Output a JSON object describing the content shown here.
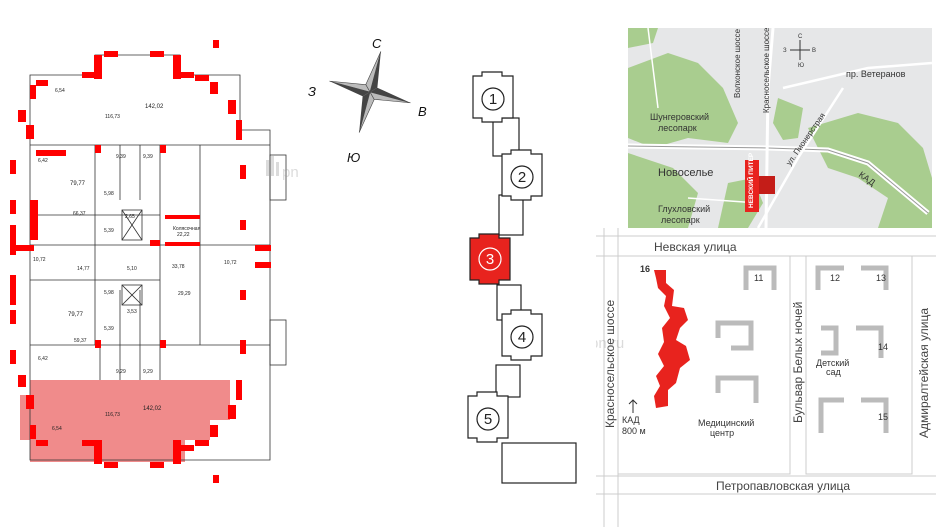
{
  "floorplan": {
    "areas": {
      "top_big": "142,02",
      "top_inner": "116,73",
      "top_small": "6,54",
      "left_small1": "6,42",
      "left_room1": "79,77",
      "left_room1b": "66,37",
      "w1": "9,39",
      "w2": "9,39",
      "s1": "5,98",
      "s2": "5,39",
      "s3": "2,65",
      "lobby_name": "Колясочная",
      "lobby_val": "22,22",
      "corr": "33,78",
      "left_corr": "10,72",
      "right_corr": "10,72",
      "mid1": "14,77",
      "mid2": "5,10",
      "right_room": "29,29",
      "left_room2": "79,77",
      "left_room2b": "59,37",
      "s4": "5,98",
      "s5": "3,53",
      "s6": "5,39",
      "left_small2": "6,42",
      "w3": "9,29",
      "w4": "9,29",
      "bottom_big": "142,02",
      "bottom_inner": "116,73",
      "bottom_small": "6,54"
    },
    "watermark": "pn.ru",
    "highlight_color": "#f08b8b",
    "wall_color": "#ff0000"
  },
  "compass": {
    "north": "С",
    "south": "Ю",
    "west": "З",
    "east": "В"
  },
  "sections": {
    "labels": [
      "1",
      "2",
      "3",
      "4",
      "5"
    ],
    "active": "3",
    "active_color": "#e8231e"
  },
  "map": {
    "labels": {
      "volhonskoe": "Волхонское шоссе",
      "krasnoselskoe": "Красносельское шоссе",
      "veteranov": "пр. Ветеранов",
      "pionerskaya": "ул. Пионерстрая",
      "shungerovsky": "Шунгеровский лесопарк",
      "novoselie": "Новоселье",
      "kad": "КАД",
      "glukhovsky": "Глухловский лесопарк",
      "brand": "НЕВСКИЙ ПИТЕР"
    },
    "compass": {
      "n": "С",
      "s": "Ю",
      "w": "З",
      "e": "В"
    }
  },
  "site": {
    "nevskaya": "Невская улица",
    "krasnoselskoe": "Красносельское шоссе",
    "bulvar": "Бульвар Белых ночей",
    "admiralteyskaya": "Адмиралтейская улица",
    "petropavlovskaya": "Петропавловская улица",
    "building_label": "16",
    "b11": "11",
    "b12": "12",
    "b13": "13",
    "b14": "14",
    "b15": "15",
    "kindergarten": "Детский сад",
    "medical": "Медицинский центр",
    "kad": "КАД",
    "kad_dist": "800 м",
    "watermark": "pn.ru"
  }
}
